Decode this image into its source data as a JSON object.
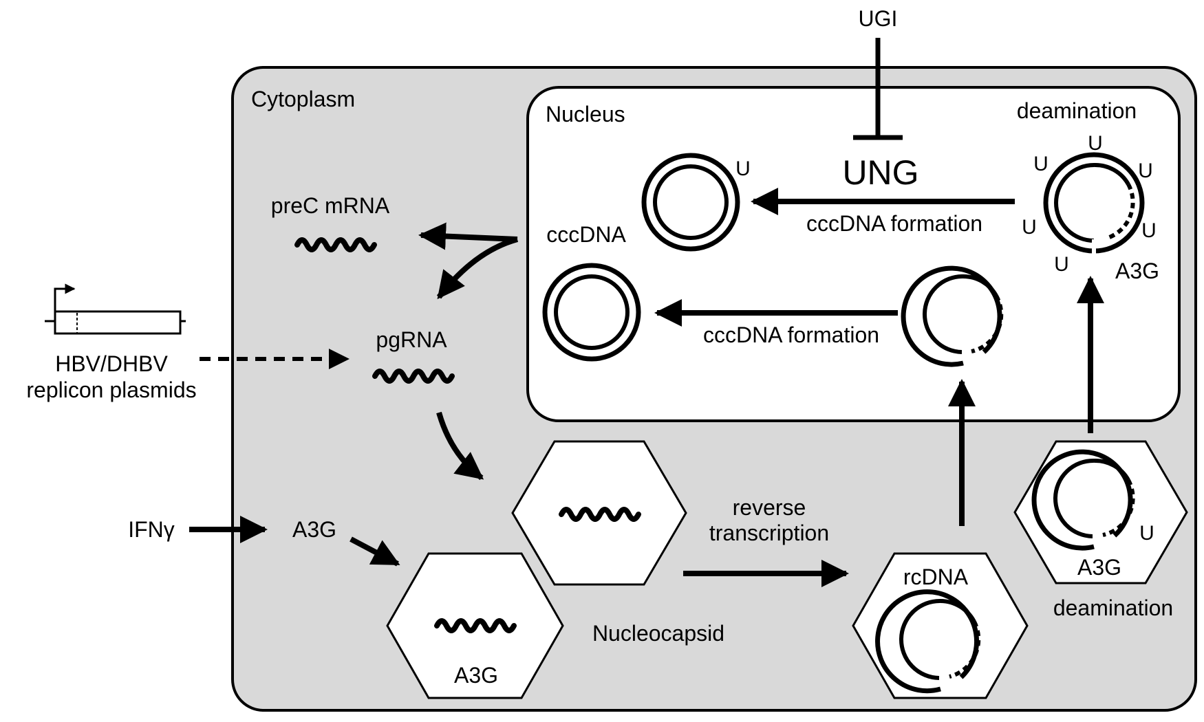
{
  "labels": {
    "ugi": "UGI",
    "cytoplasm": "Cytoplasm",
    "nucleus": "Nucleus",
    "deamination_top": "deamination",
    "ung": "UNG",
    "cccdna_formation_top": "cccDNA formation",
    "cccdna_formation_bottom": "cccDNA formation",
    "cccdna": "cccDNA",
    "prec_mrna": "preC mRNA",
    "pgrna": "pgRNA",
    "plasmid_line1": "HBV/DHBV",
    "plasmid_line2": "replicon plasmids",
    "ifn": "IFNγ",
    "a3g_free": "A3G",
    "a3g_capsid": "A3G",
    "nucleocapsid": "Nucleocapsid",
    "reverse_line1": "reverse",
    "reverse_line2": "transcription",
    "rcdna": "rcDNA",
    "a3g_deam_capsid": "A3G",
    "deamination_bottom": "deamination",
    "a3g_nucleus": "A3G",
    "uracil": "U"
  },
  "colors": {
    "cytoplasm_fill": "#d9d9d9",
    "nucleus_fill": "#ffffff",
    "stroke": "#000000"
  }
}
